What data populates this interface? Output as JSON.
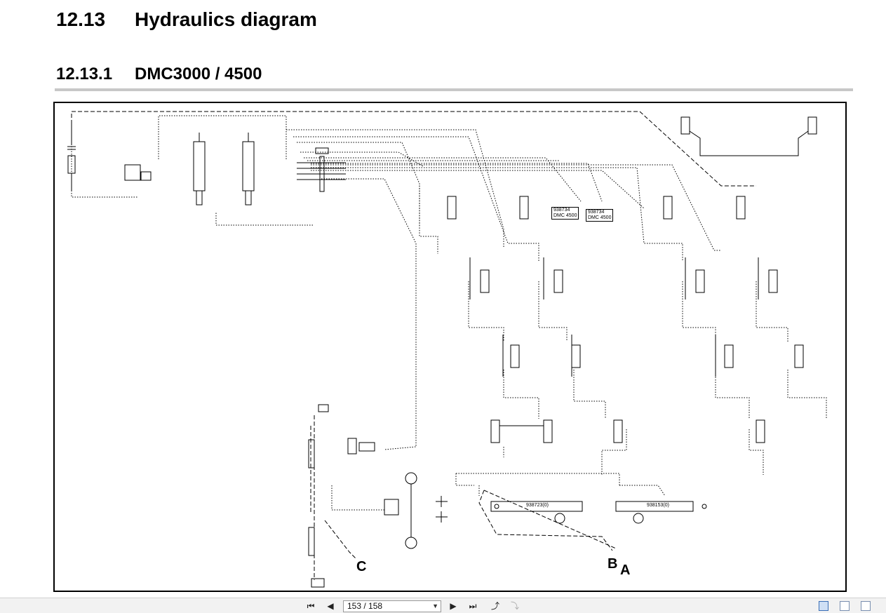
{
  "heading1": {
    "number": "12.13",
    "title": "Hydraulics diagram"
  },
  "heading2": {
    "number": "12.13.1",
    "title": "DMC3000 / 4500"
  },
  "diagram": {
    "callouts": {
      "c": "C",
      "b": "B",
      "a": "A"
    },
    "part_labels": [
      {
        "code": "938734",
        "model": "DMC 4500"
      },
      {
        "code": "938734",
        "model": "DMC 4500"
      }
    ],
    "cylinder_labels": [
      "938723(0)",
      "938153(0)"
    ]
  },
  "toolbar": {
    "page_indicator": "153 / 158",
    "icons": [
      "first-page-icon",
      "previous-page-icon",
      "next-page-icon",
      "last-page-icon",
      "previous-view-icon",
      "next-view-icon",
      "single-page-view-icon",
      "continuous-view-icon",
      "facing-view-icon"
    ]
  }
}
